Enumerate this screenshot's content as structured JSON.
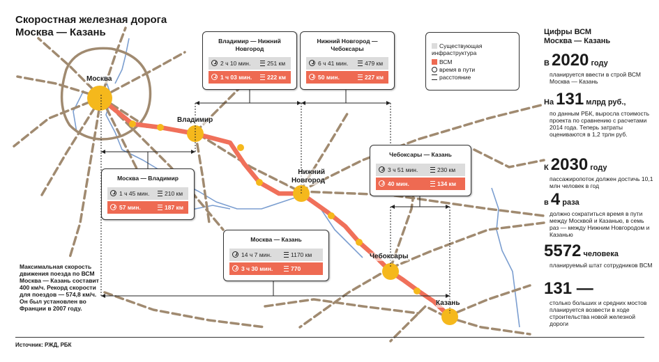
{
  "title": "Скоростная железная дорога Москва — Казань",
  "cities": {
    "moscow": "Москва",
    "vladimir": "Владимир",
    "nizhny": "Нижний Новгород",
    "cheboksary": "Чебоксары",
    "kazan": "Казань"
  },
  "cards": {
    "vladimir_nizhny": {
      "title": "Владимир — Нижний Новгород",
      "ex_time": "2 ч 10 мин.",
      "ex_dist": "251 км",
      "vs_time": "1 ч 03 мин.",
      "vs_dist": "222 км"
    },
    "nizhny_cheboksary": {
      "title": "Нижний Новгород — Чебоксары",
      "ex_time": "6 ч 41 мин.",
      "ex_dist": "479 км",
      "vs_time": "50 мин.",
      "vs_dist": "227 км"
    },
    "cheboksary_kazan": {
      "title": "Чебоксары — Казань",
      "ex_time": "3 ч 51 мин.",
      "ex_dist": "230 км",
      "vs_time": "40 мин.",
      "vs_dist": "134 км"
    },
    "moscow_vladimir": {
      "title": "Москва — Владимир",
      "ex_time": "1 ч 45 мин.",
      "ex_dist": "210 км",
      "vs_time": "57 мин.",
      "vs_dist": "187 км"
    },
    "moscow_kazan": {
      "title": "Москва — Казань",
      "ex_time": "14 ч 7 мин.",
      "ex_dist": "1170 км",
      "vs_time": "3 ч 30 мин.",
      "vs_dist": "770"
    }
  },
  "legend": {
    "existing": "Существующая инфраструктура",
    "vsm": "ВСМ",
    "time": "время в пути",
    "distance": "расстояние"
  },
  "facts": {
    "heading": "Цифры ВСМ Москва — Казань",
    "items": [
      {
        "pre": "В",
        "num": "2020",
        "post": "году",
        "text": "планируется ввести в строй ВСМ Москва — Казань"
      },
      {
        "pre": "На",
        "num": "131",
        "post": "млрд руб.,",
        "text": "по данным РБК, выросла стоимость проекта по сравнению с расчетами 2014 года. Теперь затраты оцениваются в 1,2 трлн руб."
      },
      {
        "pre": "К",
        "num": "2030",
        "post": "году",
        "text": "пассажиропоток должен достичь 10,1 млн человек в год"
      },
      {
        "pre": "в",
        "num": "4",
        "post": "раза",
        "text": "должно сократиться время в пути между Москвой и Казанью, в семь раз — между Нижним Новгородом и Казанью"
      },
      {
        "pre": "",
        "num": "5572",
        "post": "человека",
        "text": "планируемый штат сотрудников ВСМ"
      },
      {
        "pre": "",
        "num": "131 —",
        "post": "",
        "text": "столько больших и средних мостов планируется возвести в ходе строительства новой железной дороги"
      }
    ]
  },
  "side_note": "Максимальная скорость движения поезда по ВСМ Москва — Казань составит 400 км/ч. Рекорд скорости для поездов — 574,8 км/ч. Он был установлен во Франции в 2007 году.",
  "source": "Источник: РЖД, РБК",
  "colors": {
    "route": "#f0705a",
    "station": "#f5b81c",
    "rail": "#a08a70",
    "river": "#7b9ed0",
    "existing_row": "#dcdcdc"
  }
}
